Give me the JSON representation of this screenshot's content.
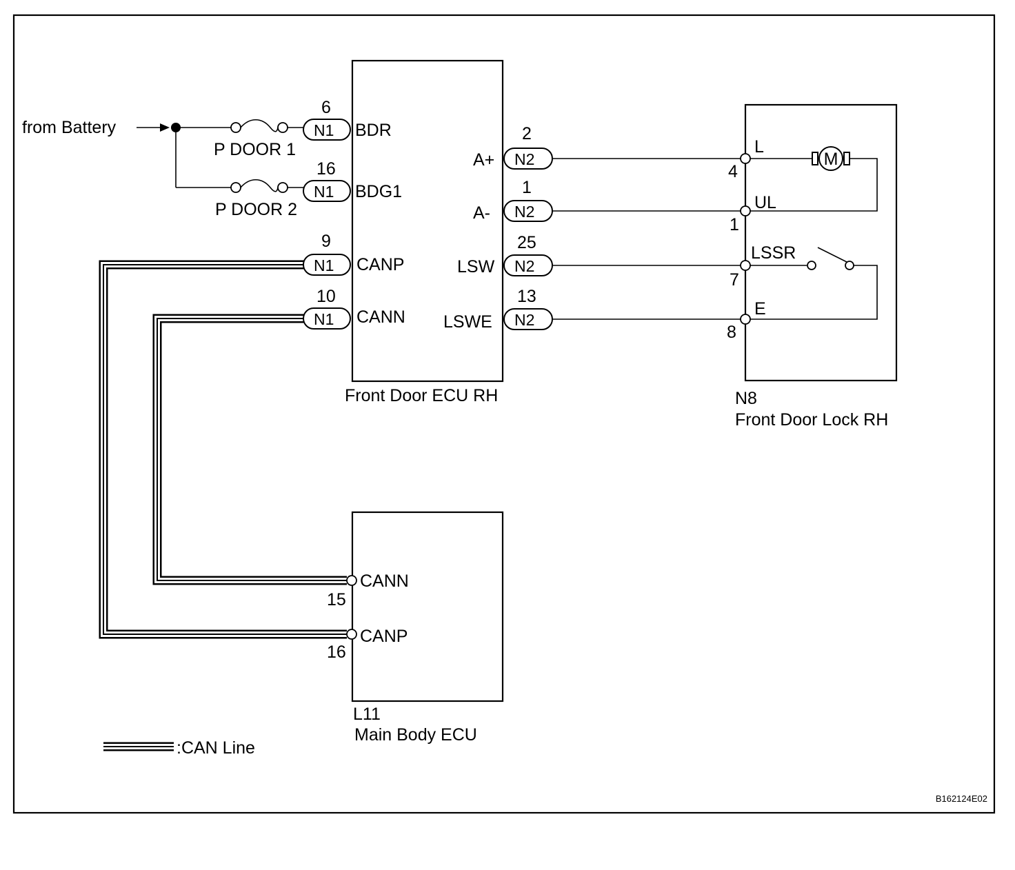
{
  "source_label": "from Battery",
  "fuses": [
    {
      "name": "P DOOR 1"
    },
    {
      "name": "P DOOR 2"
    }
  ],
  "front_door_ecu": {
    "name": "Front Door ECU RH",
    "left_pins": [
      {
        "pin": "6",
        "connector": "N1",
        "signal": "BDR"
      },
      {
        "pin": "16",
        "connector": "N1",
        "signal": "BDG1"
      },
      {
        "pin": "9",
        "connector": "N1",
        "signal": "CANP"
      },
      {
        "pin": "10",
        "connector": "N1",
        "signal": "CANN"
      }
    ],
    "right_pins": [
      {
        "pin": "2",
        "connector": "N2",
        "signal": "A+"
      },
      {
        "pin": "1",
        "connector": "N2",
        "signal": "A-"
      },
      {
        "pin": "25",
        "connector": "N2",
        "signal": "LSW"
      },
      {
        "pin": "13",
        "connector": "N2",
        "signal": "LSWE"
      }
    ]
  },
  "door_lock": {
    "code": "N8",
    "name": "Front Door Lock RH",
    "pins": [
      {
        "pin": "4",
        "signal": "L"
      },
      {
        "pin": "1",
        "signal": "UL"
      },
      {
        "pin": "7",
        "signal": "LSSR"
      },
      {
        "pin": "8",
        "signal": "E"
      }
    ],
    "motor_symbol": "M"
  },
  "main_body_ecu": {
    "code": "L11",
    "name": "Main Body ECU",
    "pins": [
      {
        "pin": "15",
        "signal": "CANN"
      },
      {
        "pin": "16",
        "signal": "CANP"
      }
    ]
  },
  "legend": {
    "label": ":CAN Line"
  },
  "figure_code": "B162124E02"
}
